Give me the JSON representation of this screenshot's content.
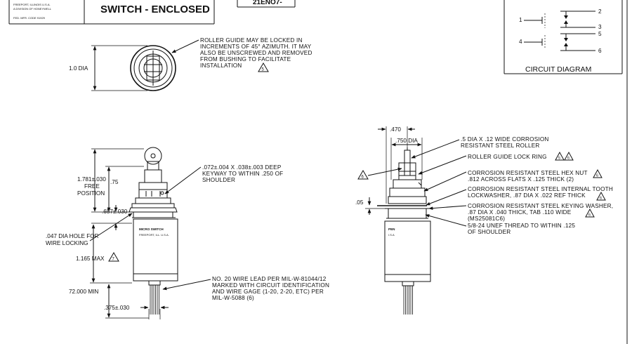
{
  "title_block": {
    "company_lines": [
      "FREEPORT, ILLINOIS U.S.A.",
      "A DIVISION OF HONEYWELL"
    ],
    "code_line": "FED. MFR. CODE 91929",
    "title": "SWITCH - ENCLOSED",
    "part_no": "21ENO7-"
  },
  "circuit_diagram": {
    "label": "CIRCUIT DIAGRAM",
    "terminals": [
      "1",
      "2",
      "3",
      "4",
      "5",
      "6"
    ]
  },
  "top_view": {
    "dia_label": "1.0 DIA",
    "note_lines": [
      "ROLLER GUIDE MAY BE LOCKED IN",
      "INCREMENTS OF 45° AZIMUTH. IT MAY",
      "ALSO BE UNSCREWED AND REMOVED",
      "FROM BUSHING TO FACILITATE",
      "INSTALLATION"
    ],
    "note_flag": "5"
  },
  "front_view": {
    "dim_free_position": [
      "1.781±.030",
      "FREE",
      "POSITION"
    ],
    "dim_75": ".75",
    "dim_657": ".657±.030",
    "dim_hole": [
      ".047 DIA HOLE FOR",
      "WIRE LOCKING"
    ],
    "dim_max": "1.165 MAX",
    "max_flag": "7",
    "dim_lead": "72.000 MIN",
    "dim_375": ".375±.030",
    "keyway_note": [
      ".072±.004 X .038±.003 DEEP",
      "KEYWAY TO WITHIN .250 OF",
      "SHOULDER"
    ],
    "wire_note": [
      "NO. 20 WIRE LEAD PER MIL-W-81044/12",
      "MARKED WITH CIRCUIT IDENTIFICATION",
      "AND WIRE GAGE (1-20, 2-20, ETC) PER",
      "MIL-W-5088 (6)"
    ],
    "label_text": [
      "MICRO SWITCH",
      "FREEPORT, ILL. U.S.A."
    ]
  },
  "side_view": {
    "dim_470": ".470",
    "dim_750": ".750 DIA",
    "dim_05": ".05",
    "flag_left": "6",
    "notes": {
      "roller": [
        ".5 DIA X .12 WIDE CORROSION",
        "RESISTANT STEEL ROLLER"
      ],
      "lock_ring": "ROLLER GUIDE LOCK RING",
      "lock_ring_flags": [
        "5",
        "6"
      ],
      "hex_nut": [
        "CORROSION RESISTANT STEEL HEX NUT",
        ".812 ACROSS FLATS X .125 THICK (2)"
      ],
      "hex_nut_flag": "6",
      "lockwasher": [
        "CORROSION RESISTANT STEEL INTERNAL TOOTH",
        "LOCKWASHER, .87 DIA X .022 REF THICK"
      ],
      "lockwasher_flag": "6",
      "keying_washer": [
        "CORROSION RESISTANT STEEL KEYING WASHER,",
        ".87 DIA X .040 THICK, TAB .110 WIDE",
        "(MS25081C6)"
      ],
      "keying_washer_flag": "6",
      "thread": [
        "5/8-24 UNEF THREAD TO WITHIN .125",
        "OF SHOULDER"
      ]
    },
    "label_text": [
      "PEN",
      "I.S.A"
    ]
  }
}
